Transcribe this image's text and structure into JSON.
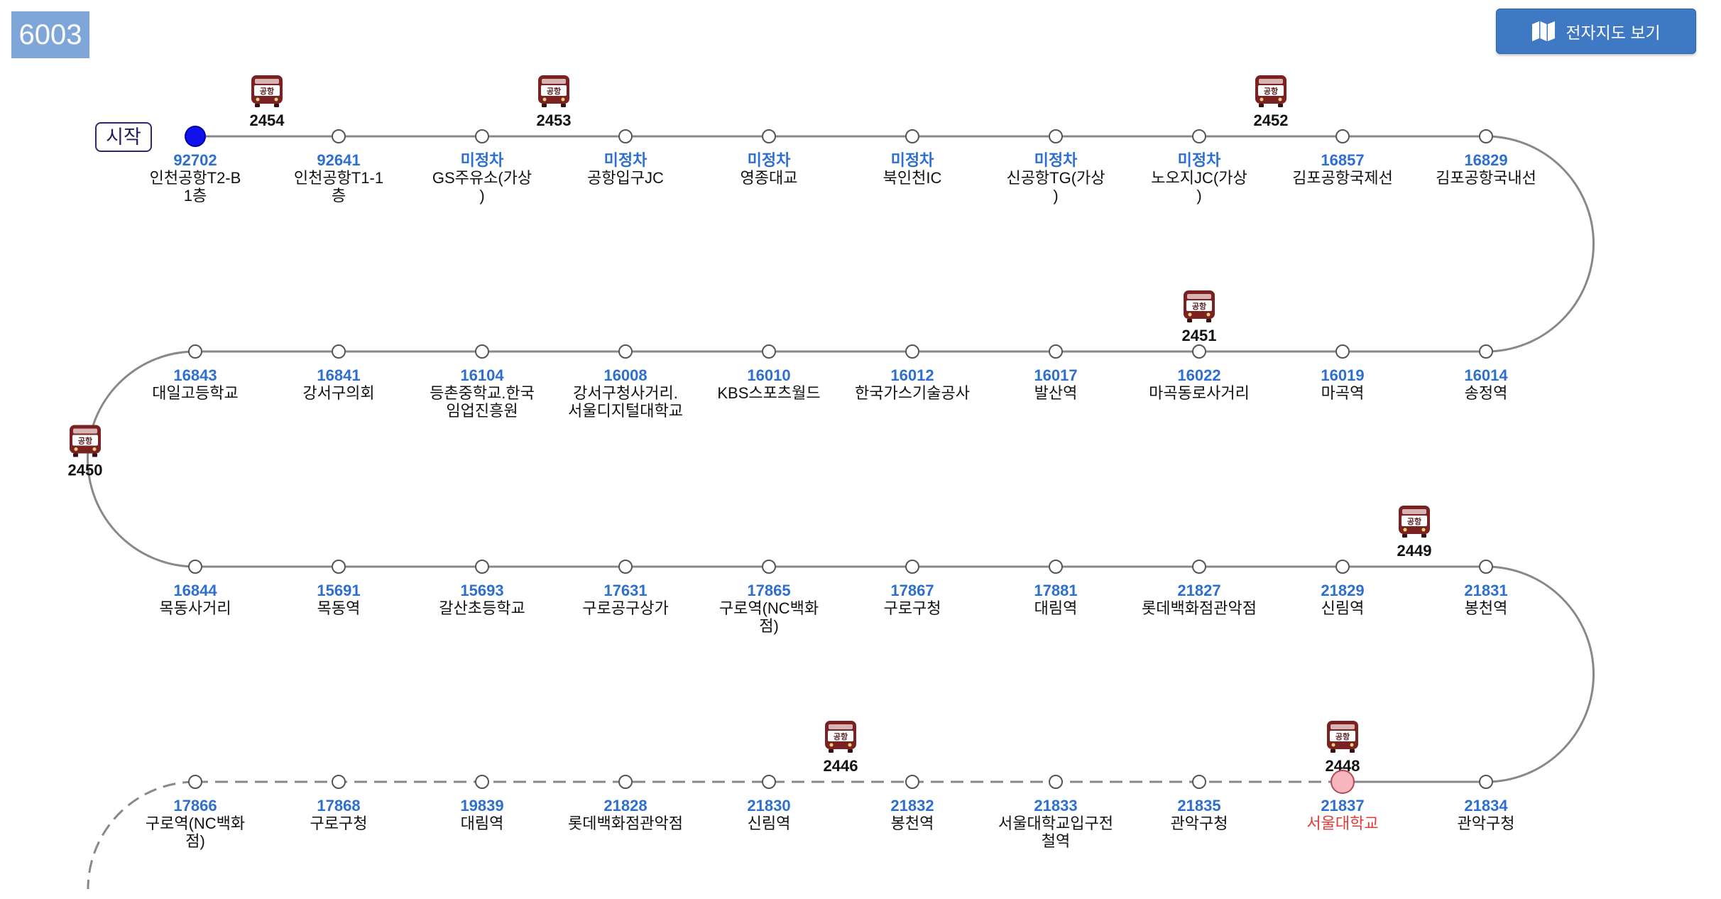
{
  "route": {
    "number": "6003"
  },
  "map_button": {
    "label": "전자지도 보기",
    "icon": "map-icon"
  },
  "start_label": "시작",
  "colors": {
    "line": "#888888",
    "stop_id": "#2d6fd1",
    "start_stop": "#1111ee",
    "current_stop": "#f7b6bd",
    "current_text": "#e53935",
    "bus": "#7a2222"
  },
  "rows": [
    {
      "direction": "right",
      "dashed": false,
      "stops": [
        {
          "id": "92702",
          "name": [
            "인천공항T2-B",
            "1층"
          ],
          "start": true
        },
        {
          "id": "92641",
          "name": [
            "인천공항T1-1",
            "층"
          ]
        },
        {
          "id": "미정차",
          "name": [
            "GS주유소(가상",
            ")"
          ]
        },
        {
          "id": "미정차",
          "name": [
            "공항입구JC"
          ]
        },
        {
          "id": "미정차",
          "name": [
            "영종대교"
          ]
        },
        {
          "id": "미정차",
          "name": [
            "북인천IC"
          ]
        },
        {
          "id": "미정차",
          "name": [
            "신공항TG(가상",
            ")"
          ]
        },
        {
          "id": "미정차",
          "name": [
            "노오지JC(가상",
            ")"
          ]
        },
        {
          "id": "16857",
          "name": [
            "김포공항국제선"
          ]
        },
        {
          "id": "16829",
          "name": [
            "김포공항국내선"
          ]
        }
      ]
    },
    {
      "direction": "left",
      "dashed": false,
      "stops": [
        {
          "id": "16014",
          "name": [
            "송정역"
          ]
        },
        {
          "id": "16019",
          "name": [
            "마곡역"
          ]
        },
        {
          "id": "16022",
          "name": [
            "마곡동로사거리"
          ]
        },
        {
          "id": "16017",
          "name": [
            "발산역"
          ]
        },
        {
          "id": "16012",
          "name": [
            "한국가스기술공사"
          ]
        },
        {
          "id": "16010",
          "name": [
            "KBS스포츠월드"
          ]
        },
        {
          "id": "16008",
          "name": [
            "강서구청사거리.",
            "서울디지털대학교"
          ]
        },
        {
          "id": "16104",
          "name": [
            "등촌중학교.한국",
            "임업진흥원"
          ]
        },
        {
          "id": "16841",
          "name": [
            "강서구의회"
          ]
        },
        {
          "id": "16843",
          "name": [
            "대일고등학교"
          ]
        }
      ]
    },
    {
      "direction": "right",
      "dashed": false,
      "stops": [
        {
          "id": "16844",
          "name": [
            "목동사거리"
          ]
        },
        {
          "id": "15691",
          "name": [
            "목동역"
          ]
        },
        {
          "id": "15693",
          "name": [
            "갈산초등학교"
          ]
        },
        {
          "id": "17631",
          "name": [
            "구로공구상가"
          ]
        },
        {
          "id": "17865",
          "name": [
            "구로역(NC백화",
            "점)"
          ]
        },
        {
          "id": "17867",
          "name": [
            "구로구청"
          ]
        },
        {
          "id": "17881",
          "name": [
            "대림역"
          ]
        },
        {
          "id": "21827",
          "name": [
            "롯데백화점관악점"
          ]
        },
        {
          "id": "21829",
          "name": [
            "신림역"
          ]
        },
        {
          "id": "21831",
          "name": [
            "봉천역"
          ]
        }
      ]
    },
    {
      "direction": "left",
      "dashed": true,
      "stops": [
        {
          "id": "21834",
          "name": [
            "관악구청"
          ]
        },
        {
          "id": "21837",
          "name": [
            "서울대학교"
          ],
          "current": true
        },
        {
          "id": "21835",
          "name": [
            "관악구청"
          ]
        },
        {
          "id": "21833",
          "name": [
            "서울대학교입구전",
            "철역"
          ]
        },
        {
          "id": "21832",
          "name": [
            "봉천역"
          ]
        },
        {
          "id": "21830",
          "name": [
            "신림역"
          ]
        },
        {
          "id": "21828",
          "name": [
            "롯데백화점관악점"
          ]
        },
        {
          "id": "19839",
          "name": [
            "대림역"
          ]
        },
        {
          "id": "17868",
          "name": [
            "구로구청"
          ]
        },
        {
          "id": "17866",
          "name": [
            "구로역(NC백화",
            "점)"
          ]
        }
      ]
    }
  ],
  "buses": [
    {
      "number": "2454",
      "label": "공항",
      "row": 0,
      "position": 0.5
    },
    {
      "number": "2453",
      "label": "공항",
      "row": 0,
      "position": 2.5
    },
    {
      "number": "2452",
      "label": "공항",
      "row": 0,
      "position": 7.5
    },
    {
      "number": "2451",
      "label": "공항",
      "row": 1,
      "position": 2
    },
    {
      "number": "2450",
      "label": "공항",
      "turn": "left-1"
    },
    {
      "number": "2449",
      "label": "공항",
      "row": 2,
      "position": 8.5
    },
    {
      "number": "2446",
      "label": "공항",
      "row": 3,
      "position": 4.5
    },
    {
      "number": "2448",
      "label": "공항",
      "row": 3,
      "position": 1
    }
  ]
}
